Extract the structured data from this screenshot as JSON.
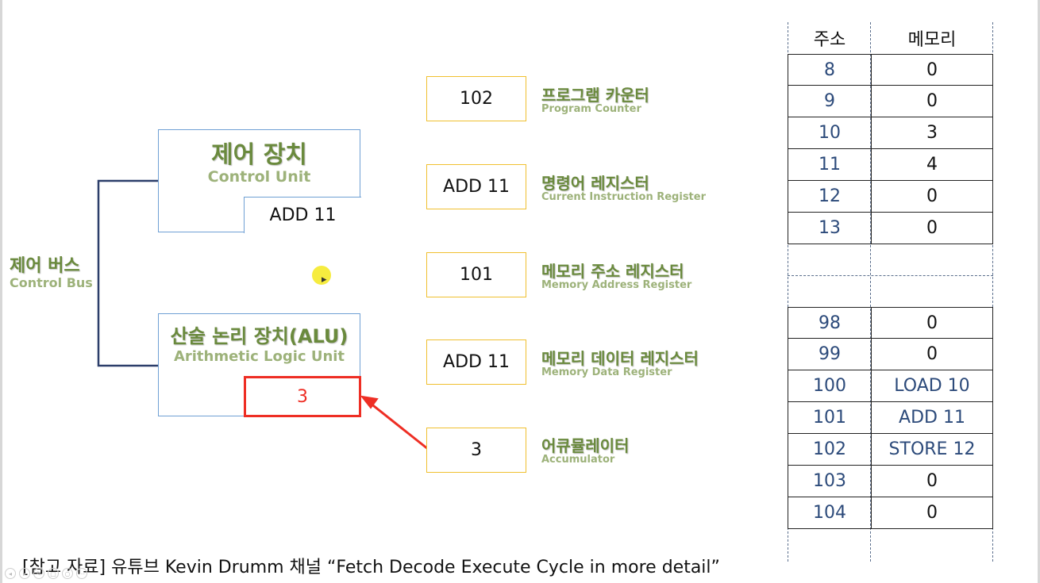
{
  "control_bus": {
    "title": "제어 버스",
    "subtitle": "Control Bus"
  },
  "control_unit": {
    "title": "제어 장치",
    "subtitle": "Control Unit",
    "value": "ADD 11"
  },
  "alu": {
    "title": "산술 논리 장치(ALU)",
    "subtitle": "Arithmetic Logic Unit",
    "value": "3"
  },
  "registers": [
    {
      "value": "102",
      "title": "프로그램 카운터",
      "subtitle": "Program Counter"
    },
    {
      "value": "ADD 11",
      "title": "명령어 레지스터",
      "subtitle": "Current Instruction Register"
    },
    {
      "value": "101",
      "title": "메모리 주소 레지스터",
      "subtitle": "Memory Address Register"
    },
    {
      "value": "ADD 11",
      "title": "메모리 데이터 레지스터",
      "subtitle": "Memory Data Register"
    },
    {
      "value": "3",
      "title": "어큐뮬레이터",
      "subtitle": "Accumulator"
    }
  ],
  "memory": {
    "headers": {
      "address": "주소",
      "memory": "메모리"
    },
    "upper_rows": [
      {
        "address": "8",
        "value": "0"
      },
      {
        "address": "9",
        "value": "0"
      },
      {
        "address": "10",
        "value": "3"
      },
      {
        "address": "11",
        "value": "4"
      },
      {
        "address": "12",
        "value": "0"
      },
      {
        "address": "13",
        "value": "0"
      }
    ],
    "lower_rows": [
      {
        "address": "98",
        "value": "0"
      },
      {
        "address": "99",
        "value": "0"
      },
      {
        "address": "100",
        "value": "LOAD 10"
      },
      {
        "address": "101",
        "value": "ADD 11"
      },
      {
        "address": "102",
        "value": "STORE 12"
      },
      {
        "address": "103",
        "value": "0"
      },
      {
        "address": "104",
        "value": "0"
      }
    ]
  },
  "footer": "[참고 자료] 유튜브 Kevin Drumm 채널 “Fetch Decode Execute Cycle in more detail”",
  "colors": {
    "accent_red": "#ee2e24",
    "label_green": "#6a8a3d",
    "box_blue": "#6fa0d4",
    "register_yellow": "#f0c030"
  }
}
